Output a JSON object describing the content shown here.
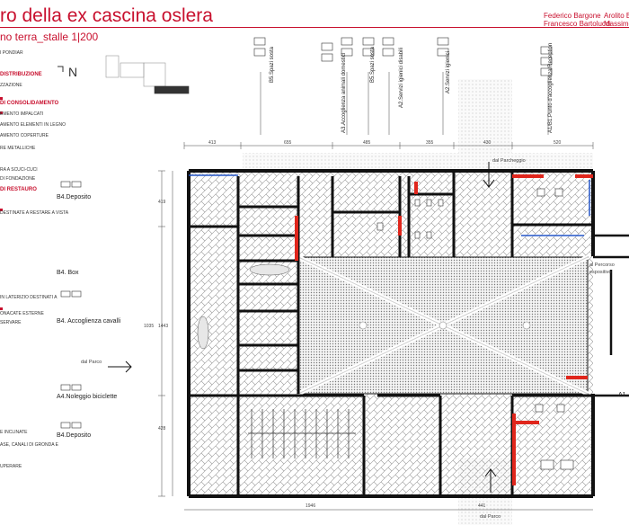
{
  "header": {
    "title": "ro della ex cascina oslera",
    "subtitle": "no terra_stalle 1|200",
    "subtitle_small": "I PONDIAR",
    "authors_left": [
      "Federico Bargone",
      "Francesco Bartolucci"
    ],
    "authors_right": [
      "Arolito B",
      "Massime"
    ]
  },
  "legend": {
    "section_distribuzione": "DISTRIBUZIONE",
    "item_izzazione": "ZZAZIONE",
    "section_consolidamento": "DI CONSOLIDAMENTO",
    "item_impalcati": "EMENTO IMPALCATI",
    "item_elementi_legno": "AMENTO ELEMENTI IN LEGNO",
    "item_coperture": "AMENTO COPERTURE",
    "item_metalliche": "RE METALLICHE",
    "item_scuci_cuci": "RA A SCUCI-CUCI",
    "item_fondazione": "DI FONDAZIONE",
    "section_restauro": "DI RESTAURO",
    "item_destinate": "DESTINATE A RESTARE A VISTA",
    "item_laterizio": "IN LATERIZIO DESTINATI A",
    "item_intonacate": "ONACATE ESTERNE",
    "item_servare": "SERVARE",
    "item_inclinate": "E INCLINATE",
    "item_canali": "ASE, CANALI DI GRONDA E",
    "item_superare": "UPERARE"
  },
  "north_label": "N",
  "rooms": {
    "b4_deposito_top": "B4.Deposito",
    "b4_box": "B4. Box",
    "b4_accoglienza": "B4. Accoglienza cavalli",
    "a4_noleggio": "A4.Noleggio biciclette",
    "b4_deposito_bottom": "B4.Deposito",
    "dal_parco_left": "dal Parco",
    "dal_parco_bottom": "dal Parco",
    "dal_parcheggio": "dal Parcheggio",
    "al_percorso": "al Percorso",
    "espositivo": "espositivo",
    "a1_label": "A1"
  },
  "vertical_labels": {
    "b5_spazi_sosta_1": "B5.Spazi sosta",
    "a3_accoglienza": "A3.Accoglienza animali domestici",
    "b5_spazi_sosta_2": "B5.Spazi sosta",
    "a2_servizi_disabili": "A2.Servizi igienici disabili",
    "a2_servizi": "A2.Servizi igienici",
    "a1_punto": "A1/B1.Punto d'accoglienza/Reception"
  },
  "dimensions": {
    "top": [
      "413",
      "655",
      "485",
      "355",
      "430",
      "520"
    ],
    "left": [
      "419",
      "1035",
      "1443",
      "428"
    ],
    "bottom": [
      "1946",
      "441"
    ]
  },
  "colors": {
    "accent": "#c8102e",
    "wall": "#111111",
    "hatch": "#9a9a9a",
    "highlight_red": "#e0261c",
    "highlight_blue": "#2456c8"
  }
}
